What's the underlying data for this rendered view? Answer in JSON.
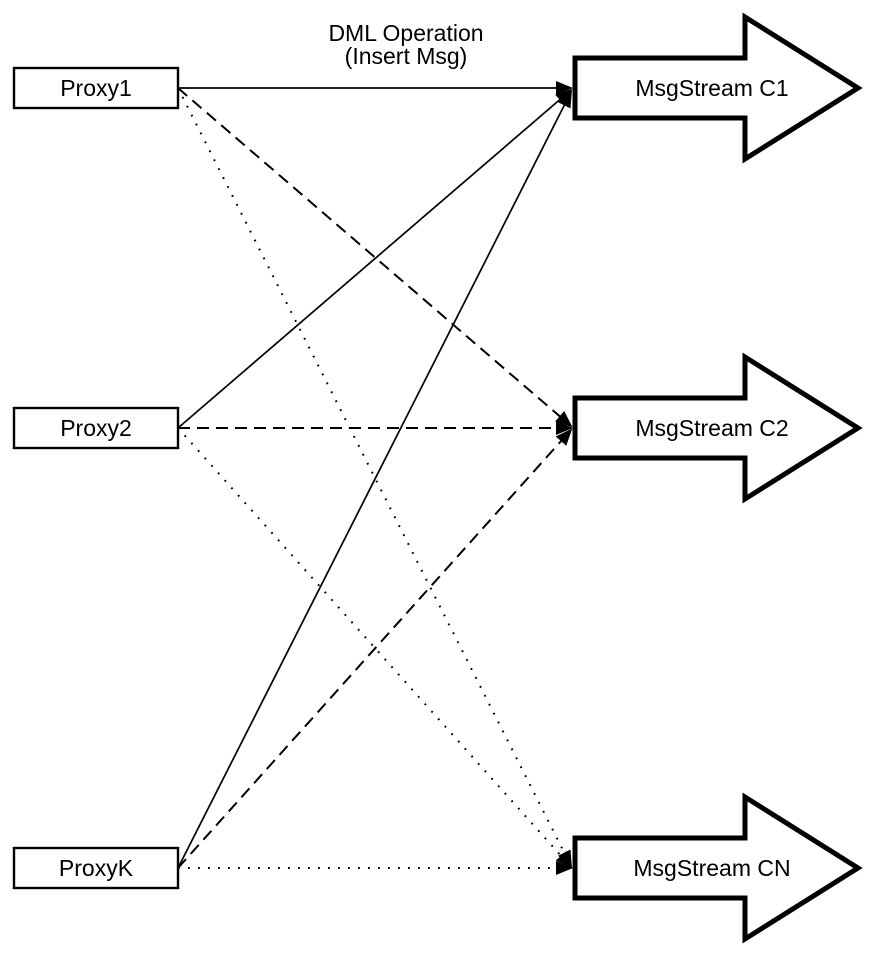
{
  "diagram": {
    "colors": {
      "background": "#ffffff",
      "ink": "#000000"
    },
    "title": {
      "line1": "DML Operation",
      "line2": "(Insert Msg)"
    },
    "proxies": [
      {
        "label": "Proxy1"
      },
      {
        "label": "Proxy2"
      },
      {
        "label": "ProxyK"
      }
    ],
    "msgstreams": [
      {
        "label": "MsgStream C1",
        "incoming_line_style": "solid"
      },
      {
        "label": "MsgStream C2",
        "incoming_line_style": "dashed"
      },
      {
        "label": "MsgStream CN",
        "incoming_line_style": "dotted"
      }
    ],
    "connections": [
      {
        "from": "Proxy1",
        "to": "MsgStream C1",
        "style": "solid"
      },
      {
        "from": "Proxy1",
        "to": "MsgStream C2",
        "style": "dashed"
      },
      {
        "from": "Proxy1",
        "to": "MsgStream CN",
        "style": "dotted"
      },
      {
        "from": "Proxy2",
        "to": "MsgStream C1",
        "style": "solid"
      },
      {
        "from": "Proxy2",
        "to": "MsgStream C2",
        "style": "dashed"
      },
      {
        "from": "Proxy2",
        "to": "MsgStream CN",
        "style": "dotted"
      },
      {
        "from": "ProxyK",
        "to": "MsgStream C1",
        "style": "solid"
      },
      {
        "from": "ProxyK",
        "to": "MsgStream C2",
        "style": "dashed"
      },
      {
        "from": "ProxyK",
        "to": "MsgStream CN",
        "style": "dotted"
      }
    ]
  }
}
